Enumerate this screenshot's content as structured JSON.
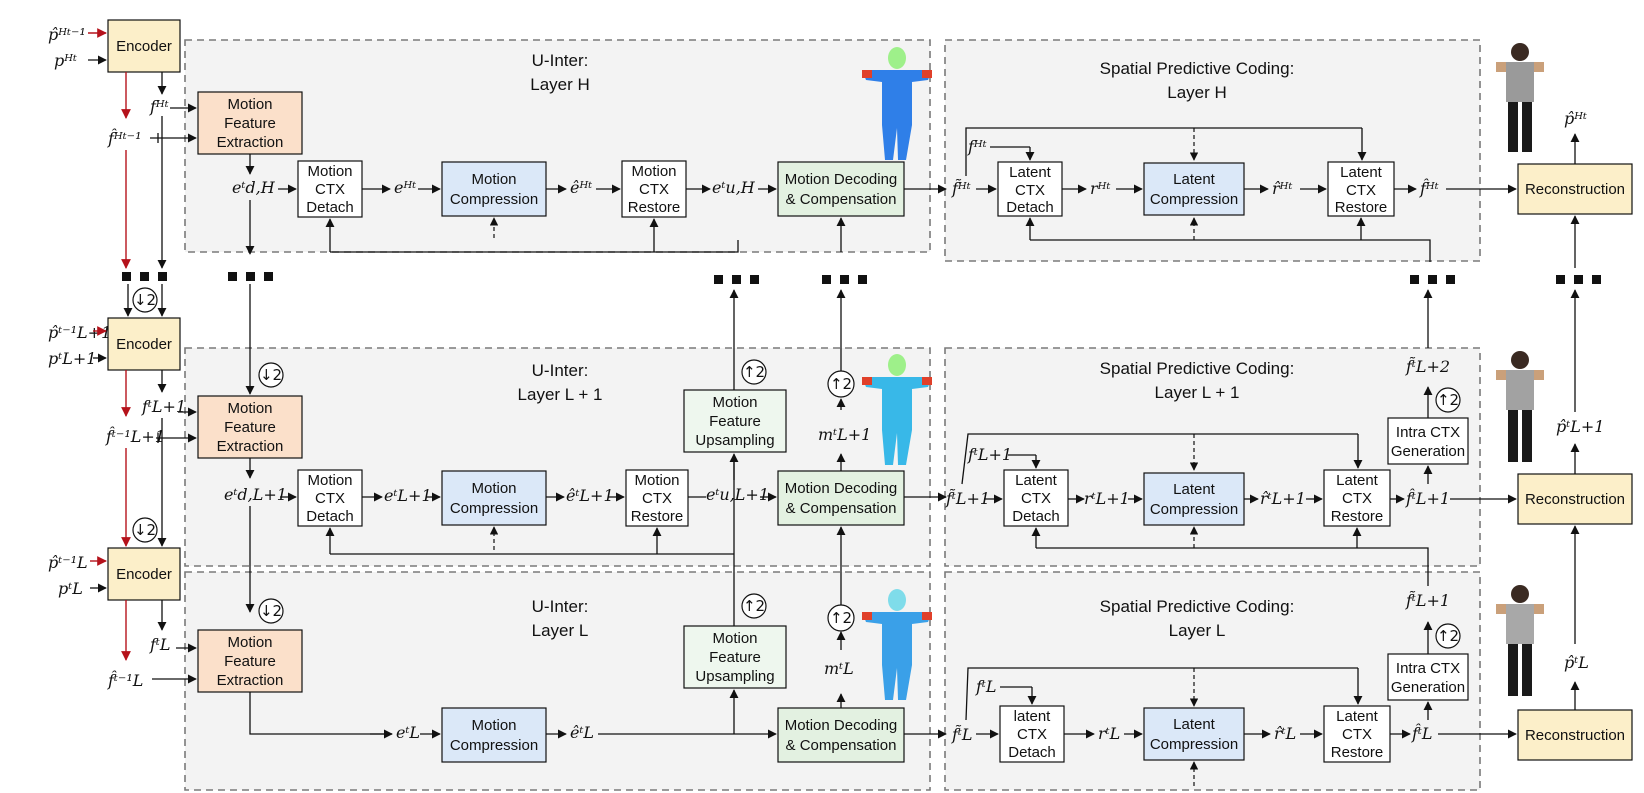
{
  "regions": {
    "uinter_h": {
      "title_line1": "U-Inter:",
      "title_line2": "Layer H"
    },
    "uinter_l1": {
      "title_line1": "U-Inter:",
      "title_line2": "Layer L + 1"
    },
    "uinter_l": {
      "title_line1": "U-Inter:",
      "title_line2": "Layer L"
    },
    "spc_h": {
      "title_line1": "Spatial Predictive Coding:",
      "title_line2": "Layer H"
    },
    "spc_l1": {
      "title_line1": "Spatial Predictive Coding:",
      "title_line2": "Layer L + 1"
    },
    "spc_l": {
      "title_line1": "Spatial Predictive Coding:",
      "title_line2": "Layer L"
    }
  },
  "labels": {
    "encoder": "Encoder",
    "mfe": [
      "Motion",
      "Feature",
      "Extraction"
    ],
    "ctx_detach": [
      "Motion",
      "CTX",
      "Detach"
    ],
    "motion_compression": "Motion Compression",
    "motion_compression_2": [
      "Motion",
      "Compression"
    ],
    "ctx_restore": [
      "Motion",
      "CTX",
      "Restore"
    ],
    "mdc": [
      "Motion Decoding",
      "& Compensation"
    ],
    "mfu": [
      "Motion",
      "Feature",
      "Upsampling"
    ],
    "latent_detach": [
      "Latent",
      "CTX",
      "Detach"
    ],
    "latent_detach_lower": [
      "latent",
      "CTX",
      "Detach"
    ],
    "latent_compression": [
      "Latent",
      "Compression"
    ],
    "latent_restore": [
      "Latent",
      "CTX",
      "Restore"
    ],
    "intra_ctx": [
      "Intra CTX",
      "Generation"
    ],
    "reconstruction": "Reconstruction",
    "down2": "↓2",
    "up2": "↑2"
  },
  "symbols": {
    "p_hat_prev_H": "p̂ᴴᵗ⁻¹",
    "p_H": "pᴴᵗ",
    "f_H": "fᴴᵗ",
    "f_hat_prev_H": "f̂ᴴᵗ⁻¹",
    "e_dH": "eᵗd,H",
    "e_H": "eᴴᵗ",
    "e_hat_H": "êᴴᵗ",
    "e_uH": "eᵗu,H",
    "f_tilde_H": "f̃ᴴᵗ",
    "r_H": "rᴴᵗ",
    "r_hat_H": "r̂ᴴᵗ",
    "f_hat_H": "f̂ᴴᵗ",
    "p_hat_H": "p̂ᴴᵗ",
    "p_hat_prev_L1": "p̂ᵗ⁻¹L+1",
    "p_L1": "pᵗL+1",
    "f_L1": "fᵗL+1",
    "f_hat_prev_L1": "f̂ᵗ⁻¹L+1",
    "e_dL1": "eᵗd,L+1",
    "e_L1": "eᵗL+1",
    "e_hat_L1": "êᵗL+1",
    "e_uL1": "eᵗu,L+1",
    "m_L1": "mᵗL+1",
    "f_tilde_L1": "f̃ᵗL+1",
    "r_L1": "rᵗL+1",
    "r_hat_L1": "r̂ᵗL+1",
    "f_hat_L1": "f̂ᵗL+1",
    "f_tilde_L2": "f̃ᵗL+2",
    "p_hat_L1": "p̂ᵗL+1",
    "p_hat_prev_L": "p̂ᵗ⁻¹L",
    "p_L": "pᵗL",
    "f_L": "fᵗL",
    "f_hat_prev_L": "f̂ᵗ⁻¹L",
    "e_L": "eᵗL",
    "e_hat_L": "êᵗL",
    "m_L": "mᵗL",
    "f_tilde_L": "f̃ᵗL",
    "r_L": "rᵗL",
    "r_hat_L": "r̂ᵗL",
    "f_hat_L": "f̂ᵗL",
    "f_tilde_L1_intra": "f̃ᵗL+1",
    "p_hat_L": "p̂ᵗL"
  },
  "colors": {
    "encoder": "#fcefc9",
    "extraction": "#fbe0ca",
    "compression": "#dbe8f8",
    "decoding": "#e3f1e1",
    "upsampling": "#eef7ee",
    "region": "#f3f3f3",
    "red_arrow": "#b5121b"
  }
}
